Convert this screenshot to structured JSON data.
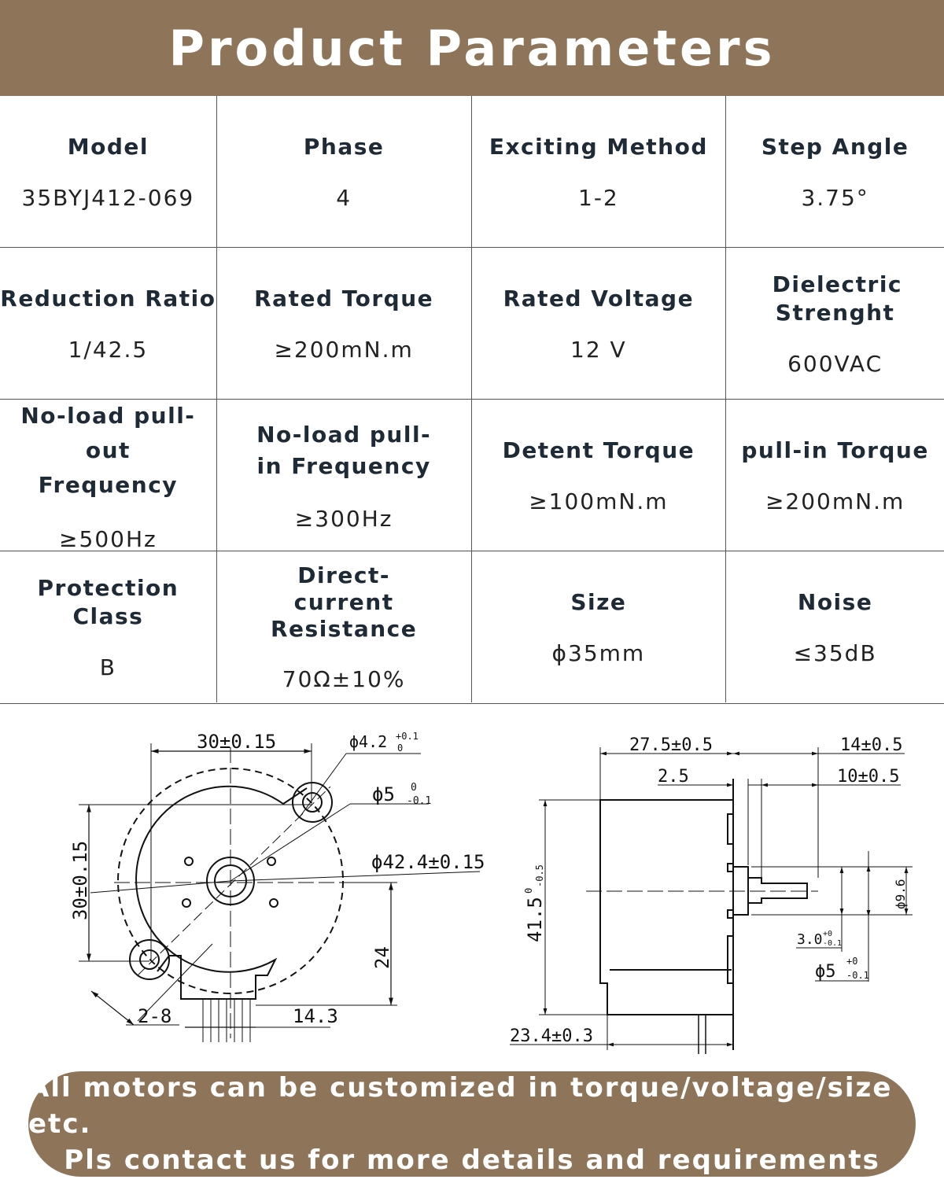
{
  "title": "Product Parameters",
  "params": [
    [
      {
        "label": "Model",
        "value": "35BYJ412-069"
      },
      {
        "label": "Phase",
        "value": "4"
      },
      {
        "label": "Exciting Method",
        "value": "1-2"
      },
      {
        "label": "Step Angle",
        "value": "3.75°"
      }
    ],
    [
      {
        "label": "Reduction Ratio",
        "value": "1/42.5"
      },
      {
        "label": "Rated Torque",
        "value": "≥200mN.m"
      },
      {
        "label": "Rated Voltage",
        "value": "12 V"
      },
      {
        "label": "Dielectric Strenght",
        "value": "600VAC"
      }
    ],
    [
      {
        "label": "No-load pull-out Frequency",
        "value": "≥500Hz"
      },
      {
        "label": "No-load pull-in Frequency",
        "value": "≥300Hz"
      },
      {
        "label": "Detent Torque",
        "value": "≥100mN.m"
      },
      {
        "label": "pull-in Torque",
        "value": "≥200mN.m"
      }
    ],
    [
      {
        "label": "Protection Class",
        "value": "B"
      },
      {
        "label": "Direct-current Resistance",
        "value": "70Ω±10%"
      },
      {
        "label": "Size",
        "value": "ϕ35mm"
      },
      {
        "label": "Noise",
        "value": "≤35dB"
      }
    ]
  ],
  "front_view": {
    "width_dim": "30±0.15",
    "height_dim": "30±0.15",
    "hole_dia": "ϕ4.2",
    "hole_tol_up": "+0.1",
    "hole_tol_low": "0",
    "shaft_dia": "ϕ5",
    "shaft_tol_up": "0",
    "shaft_tol_low": "-0.1",
    "body_dia": "ϕ42.4±0.15",
    "offset_dim": "24",
    "hole_count": "2-8",
    "connector_dim": "14.3"
  },
  "side_view": {
    "body_len": "27.5±0.5",
    "shaft_len": "14±0.5",
    "boss_len": "2.5",
    "flat_len": "10±0.5",
    "height_dim": "41.5",
    "height_tol_up": "0",
    "height_tol_low": "-0.5",
    "boss_dia": "ϕ9.6",
    "flat_dim": "3.0",
    "flat_tol_up": "+0",
    "flat_tol_low": "-0.1",
    "shaft_dia": "ϕ5",
    "shaft_tol_up": "+0",
    "shaft_tol_low": "-0.1",
    "bottom_dim": "23.4±0.3"
  },
  "banner": {
    "line1": "All motors can be customized in torque/voltage/size etc.",
    "line2": "Pls contact us for more details and requirements"
  }
}
